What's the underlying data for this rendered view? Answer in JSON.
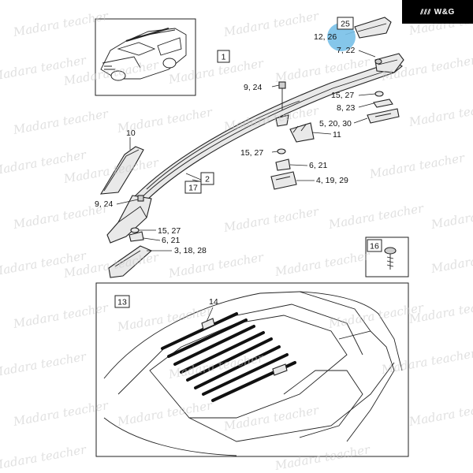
{
  "logo": {
    "mark": "⫽⫽⫽",
    "text": "W&G"
  },
  "watermark": {
    "text": "Madara teacher"
  },
  "parts": {
    "p1": "1",
    "p2": "2",
    "p10": "10",
    "p11": "11",
    "p13": "13",
    "p14": "14",
    "p16": "16",
    "p17": "17",
    "p25": "25",
    "p12_26": "12, 26",
    "p7_22": "7, 22",
    "p9_24_top": "9, 24",
    "p15_27_right": "15, 27",
    "p8_23": "8, 23",
    "p5_20_30": "5, 20, 30",
    "p15_27_mid": "15, 27",
    "p6_21_mid": "6, 21",
    "p4_19_29": "4, 19, 29",
    "p9_24_left": "9, 24",
    "p15_27_left": "15, 27",
    "p6_21_left": "6, 21",
    "p3_18_28": "3, 18, 28"
  },
  "colors": {
    "highlight": "#78c0e8",
    "line": "#222222",
    "fill": "#e9e9e9",
    "watermark": "#c8c8c8"
  }
}
